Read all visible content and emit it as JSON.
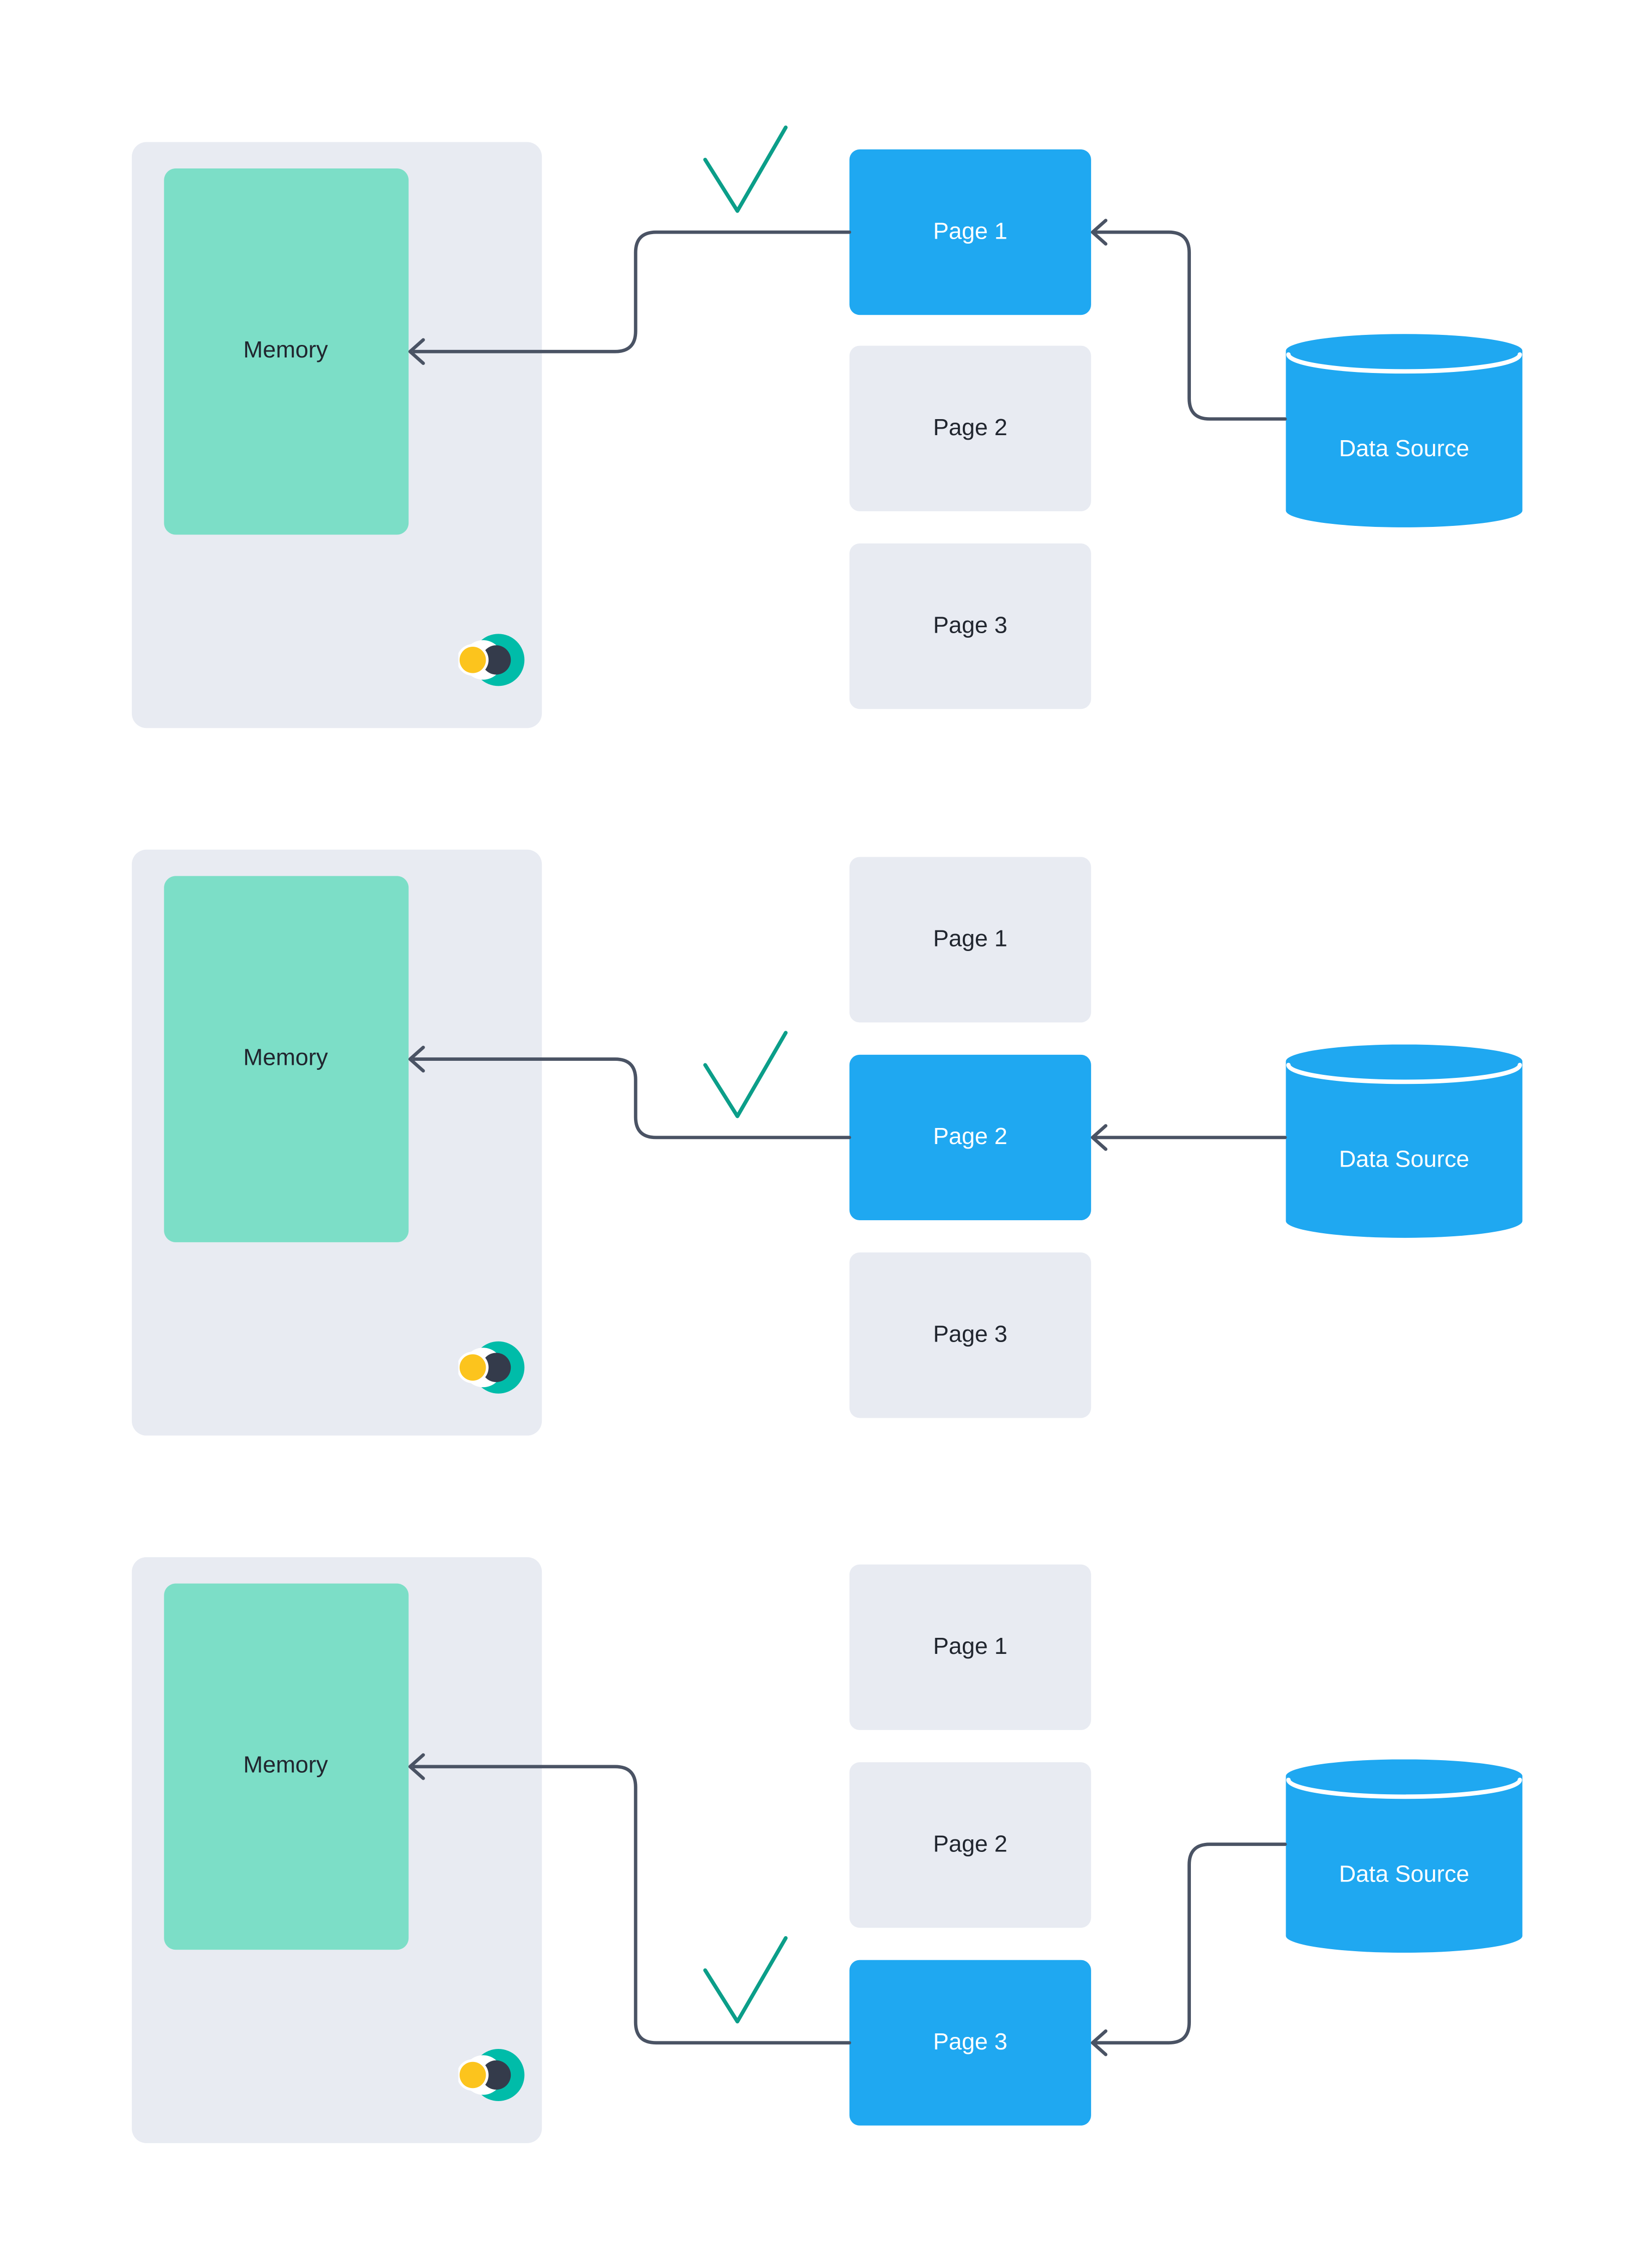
{
  "colors": {
    "blue": "#1FA8F1",
    "page_inactive": "#E8EBF2",
    "panel": "#E8EBF2",
    "memory_teal": "#7CDEC7",
    "arrow": "#4A5364",
    "check": "#0B9E89",
    "logo_teal": "#00BCA9",
    "logo_dark": "#343B4B",
    "logo_yellow": "#FCC41D",
    "text_dark": "#21262F",
    "text_light": "#FFFFFF"
  },
  "rows": [
    {
      "memory": {
        "label": "Memory"
      },
      "pages": [
        {
          "label": "Page 1",
          "state": "active"
        },
        {
          "label": "Page 2",
          "state": "inactive"
        },
        {
          "label": "Page 3",
          "state": "inactive"
        }
      ],
      "data_source": {
        "label": "Data Source"
      },
      "annotations": {
        "selected_page": "Page 1",
        "checkmark": "check-icon"
      }
    },
    {
      "memory": {
        "label": "Memory"
      },
      "pages": [
        {
          "label": "Page 1",
          "state": "inactive"
        },
        {
          "label": "Page 2",
          "state": "active"
        },
        {
          "label": "Page 3",
          "state": "inactive"
        }
      ],
      "data_source": {
        "label": "Data Source"
      },
      "annotations": {
        "selected_page": "Page 2",
        "checkmark": "check-icon"
      }
    },
    {
      "memory": {
        "label": "Memory"
      },
      "pages": [
        {
          "label": "Page 1",
          "state": "inactive"
        },
        {
          "label": "Page 2",
          "state": "inactive"
        },
        {
          "label": "Page 3",
          "state": "active"
        }
      ],
      "data_source": {
        "label": "Data Source"
      },
      "annotations": {
        "selected_page": "Page 3",
        "checkmark": "check-icon"
      }
    }
  ]
}
